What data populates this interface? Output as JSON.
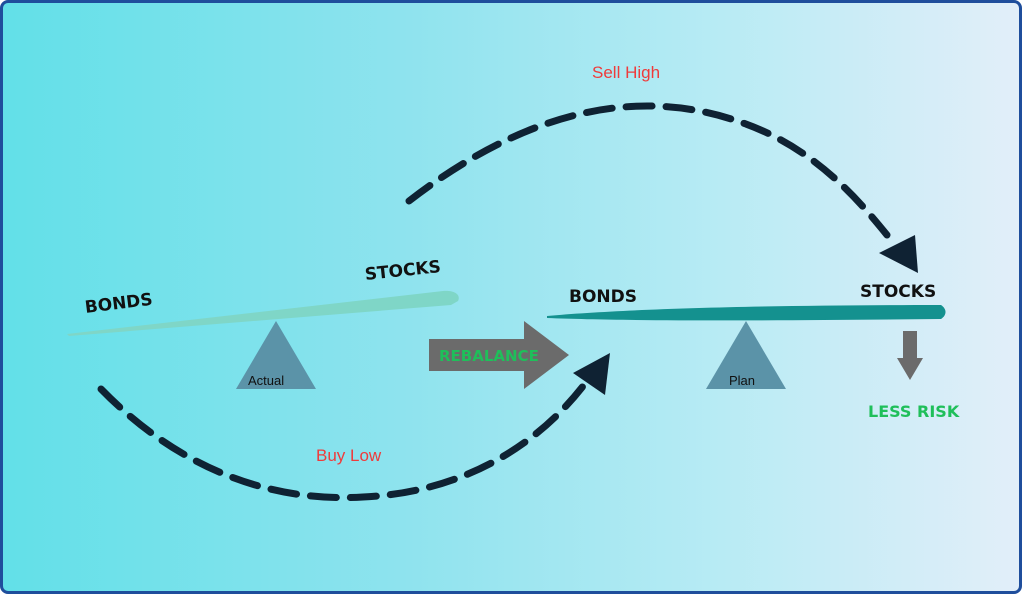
{
  "diagram": {
    "left_scale": {
      "bonds_label": "BONDS",
      "stocks_label": "STOCKS",
      "fulcrum_label": "Actual",
      "beam_color": "#7fd6c7",
      "fulcrum_color": "#5b93a8"
    },
    "right_scale": {
      "bonds_label": "BONDS",
      "stocks_label": "STOCKS",
      "fulcrum_label": "Plan",
      "beam_color": "#14918f",
      "fulcrum_color": "#5b93a8"
    },
    "rebalance_arrow": {
      "label": "REBALANCE",
      "color": "#6b6b6b",
      "text_color": "#1fbf5a"
    },
    "sell_high": {
      "label": "Sell High",
      "color": "#ef3b3b"
    },
    "buy_low": {
      "label": "Buy Low",
      "color": "#ef3b3b"
    },
    "less_risk": {
      "label": "LESS RISK",
      "color": "#1fbf5a"
    },
    "dashed_arrow_color": "#0f2233"
  }
}
